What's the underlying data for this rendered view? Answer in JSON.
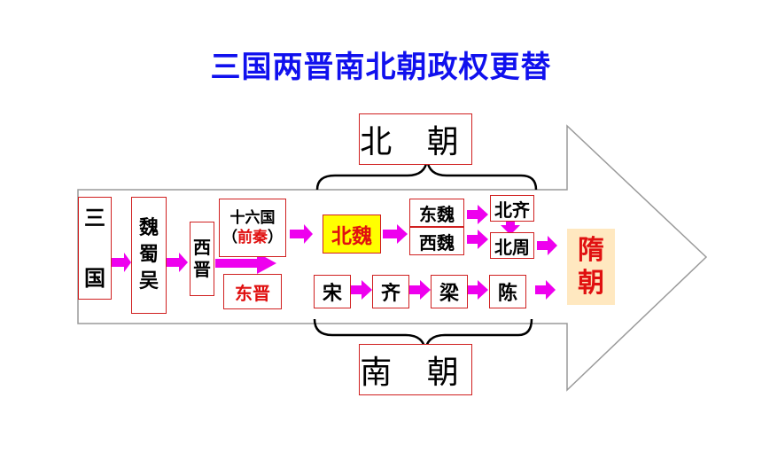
{
  "title": "三国两晋南北朝政权更替",
  "boxes": {
    "sanguo_top": "三",
    "sanguo_bottom": "国",
    "wei": "魏",
    "shu": "蜀",
    "wu": "吴",
    "xijin_top": "西",
    "xijin_bottom": "晋",
    "sixteen_line1": "十六国",
    "sixteen_paren_open": "（",
    "sixteen_qianqin": "前秦",
    "sixteen_paren_close": "）",
    "dongjin": "东晋",
    "beiwei": "北魏",
    "dongwei": "东魏",
    "xiwei": "西魏",
    "beiqi": "北齐",
    "beizhou": "北周",
    "sui_top": "隋",
    "sui_bottom": "朝",
    "song": "宋",
    "qi": "齐",
    "liang": "梁",
    "chen": "陈",
    "beichao": "北 朝",
    "nanchao": "南 朝"
  },
  "colors": {
    "title": "#1010ee",
    "arrow": "#ee00ee",
    "highlight_beiwei": "#ffff00",
    "highlight_sui": "#ffe8c0",
    "red_text": "#e01010",
    "box_border": "#d02020"
  }
}
